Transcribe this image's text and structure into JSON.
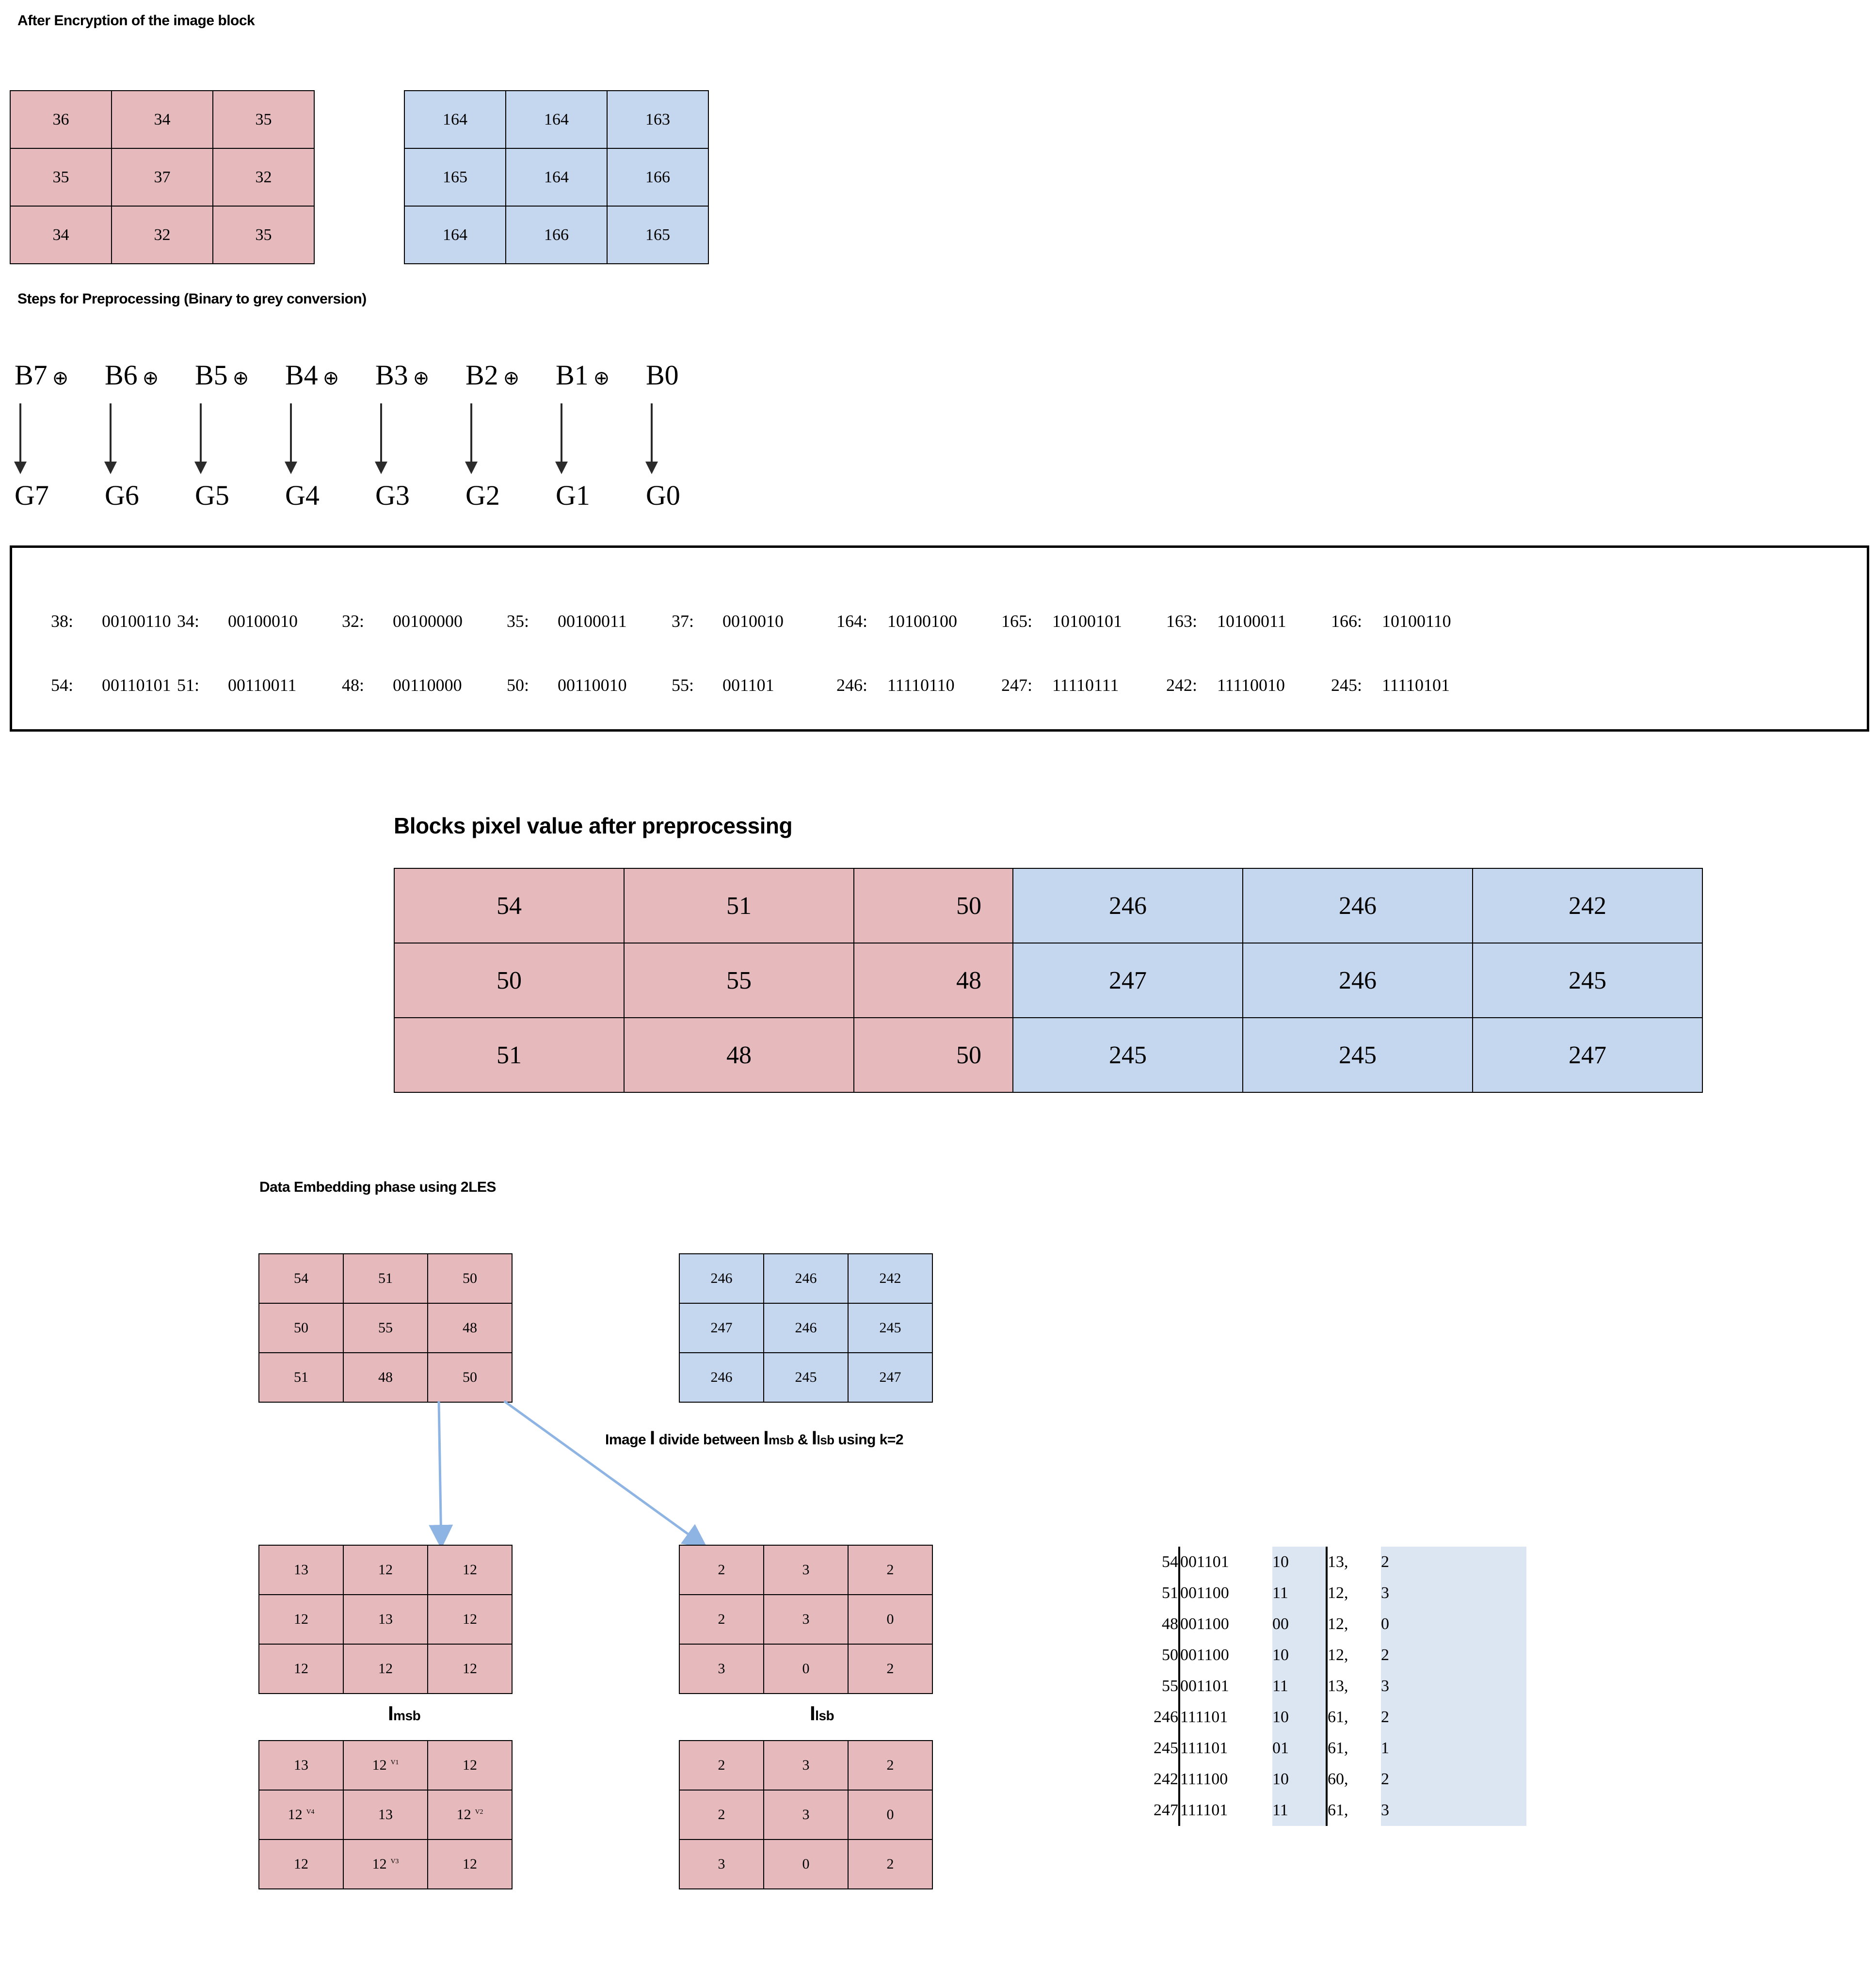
{
  "sections": {
    "encryption_title": "After Encryption of the image block",
    "preprocessing_title": "Steps for Preprocessing (Binary to grey conversion)",
    "blocks_after_title": "Blocks pixel value after preprocessing",
    "embedding_title": "Data Embedding phase using 2LES",
    "divide_caption_1": "Image ",
    "divide_caption_I": "I",
    "divide_caption_2": " divide between  ",
    "divide_caption_Imsb_I": "I",
    "divide_caption_Imsb_sub": "msb",
    "divide_caption_amp": " & ",
    "divide_caption_Ilsb_I": "I",
    "divide_caption_Ilsb_sub": "lsb",
    "divide_caption_3": " using k=2"
  },
  "labels": {
    "imsb_I": "I",
    "imsb_sub": "msb",
    "ilsb_I": "I",
    "ilsb_sub": "lsb"
  },
  "colors": {
    "pink": "#e6b9bc",
    "blue": "#c5d7ef",
    "highlight": "#dce6f2",
    "arrow": "#8eb4e3",
    "border": "#000000"
  },
  "encrypted_blocks": {
    "block_a": [
      [
        "36",
        "34",
        "35"
      ],
      [
        "35",
        "37",
        "32"
      ],
      [
        "34",
        "32",
        "35"
      ]
    ],
    "block_b": [
      [
        "164",
        "164",
        "163"
      ],
      [
        "165",
        "164",
        "166"
      ],
      [
        "164",
        "166",
        "165"
      ]
    ]
  },
  "bit_diagram": {
    "top": [
      {
        "bit": "B7",
        "op": "⊕"
      },
      {
        "bit": "B6",
        "op": "⊕"
      },
      {
        "bit": "B5",
        "op": "⊕"
      },
      {
        "bit": "B4",
        "op": "⊕"
      },
      {
        "bit": "B3",
        "op": "⊕"
      },
      {
        "bit": "B2",
        "op": "⊕"
      },
      {
        "bit": "B1",
        "op": "⊕"
      },
      {
        "bit": "B0",
        "op": ""
      }
    ],
    "bottom": [
      "G7",
      "G6",
      "G5",
      "G4",
      "G3",
      "G2",
      "G1",
      "G0"
    ]
  },
  "binary_list": {
    "row1": [
      {
        "k": "38:",
        "v": "00100110"
      },
      {
        "k": "34:",
        "v": "00100010"
      },
      {
        "k": "32:",
        "v": "00100000"
      },
      {
        "k": "35:",
        "v": "00100011"
      },
      {
        "k": "37:",
        "v": "0010010"
      },
      {
        "k": "164:",
        "v": "10100100"
      },
      {
        "k": "165:",
        "v": "10100101"
      },
      {
        "k": "163:",
        "v": "10100011"
      },
      {
        "k": "166:",
        "v": "10100110"
      }
    ],
    "row2": [
      {
        "k": "54:",
        "v": "00110101"
      },
      {
        "k": "51:",
        "v": "00110011"
      },
      {
        "k": "48:",
        "v": "00110000"
      },
      {
        "k": "50:",
        "v": "00110010"
      },
      {
        "k": "55:",
        "v": "001101"
      },
      {
        "k": "246:",
        "v": "11110110"
      },
      {
        "k": "247:",
        "v": "11110111"
      },
      {
        "k": "242:",
        "v": "11110010"
      },
      {
        "k": "245:",
        "v": "11110101"
      }
    ]
  },
  "preprocessed_blocks": {
    "block_a": [
      [
        "54",
        "51",
        "50"
      ],
      [
        "50",
        "55",
        "48"
      ],
      [
        "51",
        "48",
        "50"
      ]
    ],
    "block_b": [
      [
        "246",
        "246",
        "242"
      ],
      [
        "247",
        "246",
        "245"
      ],
      [
        "245",
        "245",
        "247"
      ]
    ]
  },
  "embedding_blocks": {
    "block_a": [
      [
        "54",
        "51",
        "50"
      ],
      [
        "50",
        "55",
        "48"
      ],
      [
        "51",
        "48",
        "50"
      ]
    ],
    "block_b": [
      [
        "246",
        "246",
        "242"
      ],
      [
        "247",
        "246",
        "245"
      ],
      [
        "246",
        "245",
        "247"
      ]
    ]
  },
  "split_blocks": {
    "imsb": [
      [
        "13",
        "12",
        "12"
      ],
      [
        "12",
        "13",
        "12"
      ],
      [
        "12",
        "12",
        "12"
      ]
    ],
    "ilsb": [
      [
        "2",
        "3",
        "2"
      ],
      [
        "2",
        "3",
        "0"
      ],
      [
        "3",
        "0",
        "2"
      ]
    ],
    "imsb_marked": [
      [
        {
          "v": "13",
          "tag": ""
        },
        {
          "v": "12",
          "tag": "V1"
        },
        {
          "v": "12",
          "tag": ""
        }
      ],
      [
        {
          "v": "12",
          "tag": "V4"
        },
        {
          "v": "13",
          "tag": ""
        },
        {
          "v": "12",
          "tag": "V2"
        }
      ],
      [
        {
          "v": "12",
          "tag": ""
        },
        {
          "v": "12",
          "tag": "V3"
        },
        {
          "v": "12",
          "tag": ""
        }
      ]
    ],
    "ilsb_marked": [
      [
        {
          "v": "2",
          "tag": ""
        },
        {
          "v": "3",
          "tag": ""
        },
        {
          "v": "2",
          "tag": ""
        }
      ],
      [
        {
          "v": "2",
          "tag": ""
        },
        {
          "v": "3",
          "tag": ""
        },
        {
          "v": "0",
          "tag": ""
        }
      ],
      [
        {
          "v": "3",
          "tag": ""
        },
        {
          "v": "0",
          "tag": ""
        },
        {
          "v": "2",
          "tag": ""
        }
      ]
    ]
  },
  "decomposition_table": {
    "rows": [
      {
        "dec": "54",
        "msb_bin": "001101",
        "lsb_bin": "10",
        "msb_val": "13,",
        "lsb_val": "2"
      },
      {
        "dec": "51",
        "msb_bin": "001100",
        "lsb_bin": "11",
        "msb_val": "12,",
        "lsb_val": "3"
      },
      {
        "dec": "48",
        "msb_bin": "001100",
        "lsb_bin": "00",
        "msb_val": "12,",
        "lsb_val": "0"
      },
      {
        "dec": "50",
        "msb_bin": "001100",
        "lsb_bin": "10",
        "msb_val": "12,",
        "lsb_val": "2"
      },
      {
        "dec": "55",
        "msb_bin": "001101",
        "lsb_bin": "11",
        "msb_val": "13,",
        "lsb_val": "3"
      },
      {
        "dec": "246",
        "msb_bin": "111101",
        "lsb_bin": "10",
        "msb_val": "61,",
        "lsb_val": "2"
      },
      {
        "dec": "245",
        "msb_bin": "111101",
        "lsb_bin": "01",
        "msb_val": "61,",
        "lsb_val": "1"
      },
      {
        "dec": "242",
        "msb_bin": "111100",
        "lsb_bin": "10",
        "msb_val": "60,",
        "lsb_val": "2"
      },
      {
        "dec": "247",
        "msb_bin": "111101",
        "lsb_bin": "11",
        "msb_val": "61,",
        "lsb_val": "3"
      }
    ]
  }
}
